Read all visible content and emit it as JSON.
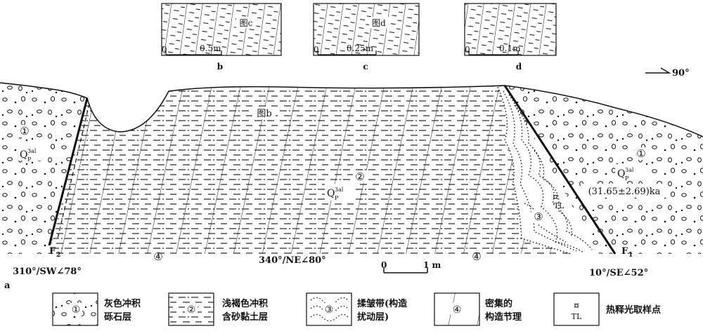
{
  "insets": [
    {
      "figure_label": "图c",
      "scale_start": "0",
      "scale_end": "0.5m",
      "caption": "b"
    },
    {
      "figure_label": "图d",
      "scale_start": "0",
      "scale_end": "0.25m",
      "caption": "c"
    },
    {
      "figure_label": "",
      "scale_start": "0",
      "scale_end": "0.1m",
      "caption": "d"
    }
  ],
  "north_arrow": {
    "label": "90°"
  },
  "section": {
    "panel_label": "a",
    "figure_b_label": "图b",
    "unit1_marker_left": "①",
    "unit1_marker_right": "①",
    "unit2_marker": "②",
    "unit3_marker": "③",
    "unit4_marker_left": "④",
    "unit4_marker_right": "④",
    "q_base": "Q",
    "q_sub": "P",
    "q_sup": "3al",
    "tl_symbol": "¤",
    "tl_text": "TL",
    "age": "(31.65±2.69)ka",
    "fault_f2_base": "F",
    "fault_f2_sub": "2",
    "fault_f1_base": "F",
    "fault_f1_sub": "1",
    "attitude_f2": "310°/SW∠78°",
    "attitude_bed": "340°/NE∠80°",
    "attitude_f1": "10°/SE∠52°",
    "scale_start": "0",
    "scale_end": "1 m"
  },
  "legend": [
    {
      "marker": "①",
      "line1": "灰色冲积",
      "line2": "砾石层"
    },
    {
      "marker": "②",
      "line1": "浅褐色冲积",
      "line2": "含砂黏土层"
    },
    {
      "marker": "③",
      "line1": "揉皱带(构造",
      "line2": "扰动层)"
    },
    {
      "marker": "④",
      "line1": "密集的",
      "line2": "构造节理"
    },
    {
      "marker": "¤",
      "marker2": "TL",
      "line1": "热释光取样点",
      "line2": ""
    }
  ]
}
